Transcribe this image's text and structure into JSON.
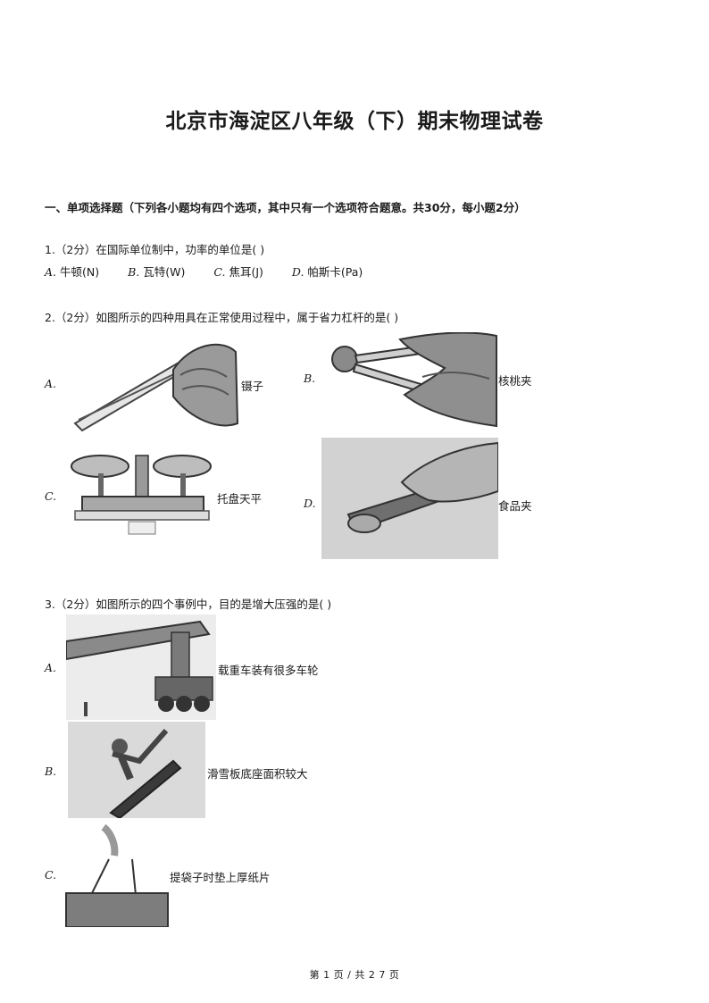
{
  "doc": {
    "title": "北京市海淀区八年级（下）期末物理试卷",
    "section1": "一、单项选择题（下列各小题均有四个选项，其中只有一个选项符合题意。共30分，每小题2分）",
    "footer": "第 1 页   /   共 2 7 页"
  },
  "q1": {
    "stem": "1.（2分）在国际单位制中，功率的单位是(    )",
    "options": [
      {
        "letter": "A.",
        "text": "牛顿(N)"
      },
      {
        "letter": "B.",
        "text": "瓦特(W)"
      },
      {
        "letter": "C.",
        "text": "焦耳(J)"
      },
      {
        "letter": "D.",
        "text": "帕斯卡(Pa)"
      }
    ]
  },
  "q2": {
    "stem": "2.（2分）如图所示的四种用具在正常使用过程中，属于省力杠杆的是(    )",
    "options": [
      {
        "letter": "A.",
        "text": "镊子"
      },
      {
        "letter": "B.",
        "text": "核桃夹"
      },
      {
        "letter": "C.",
        "text": "托盘天平"
      },
      {
        "letter": "D.",
        "text": "食品夹"
      }
    ]
  },
  "q3": {
    "stem": "3.（2分）如图所示的四个事例中，目的是增大压强的是(    )",
    "options": [
      {
        "letter": "A.",
        "text": "载重车装有很多车轮"
      },
      {
        "letter": "B.",
        "text": "滑雪板底座面积较大"
      },
      {
        "letter": "C.",
        "text": "提袋子时垫上厚纸片"
      }
    ]
  }
}
